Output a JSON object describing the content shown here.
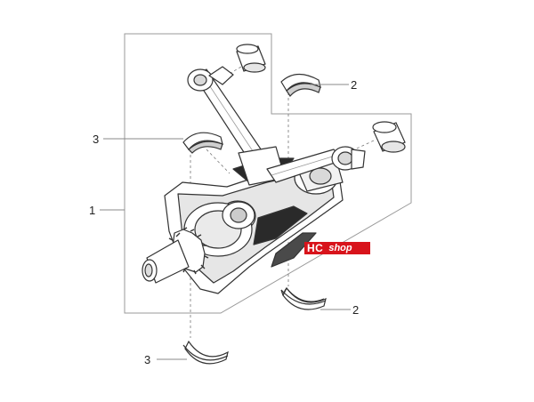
{
  "callouts": [
    {
      "id": "crankshaft",
      "label": "1"
    },
    {
      "id": "bearing-upper-right",
      "label": "2"
    },
    {
      "id": "bearing-lower-right",
      "label": "2"
    },
    {
      "id": "bearing-upper-left",
      "label": "3"
    },
    {
      "id": "bearing-lower-left",
      "label": "3"
    }
  ],
  "watermark": {
    "brand_a": "HC",
    "brand_b": "shop",
    "color": "#d8131b"
  },
  "colors": {
    "line": "#333333",
    "callout_line": "#888888",
    "fill": "#ffffff",
    "shade": "#d9d9d9"
  }
}
